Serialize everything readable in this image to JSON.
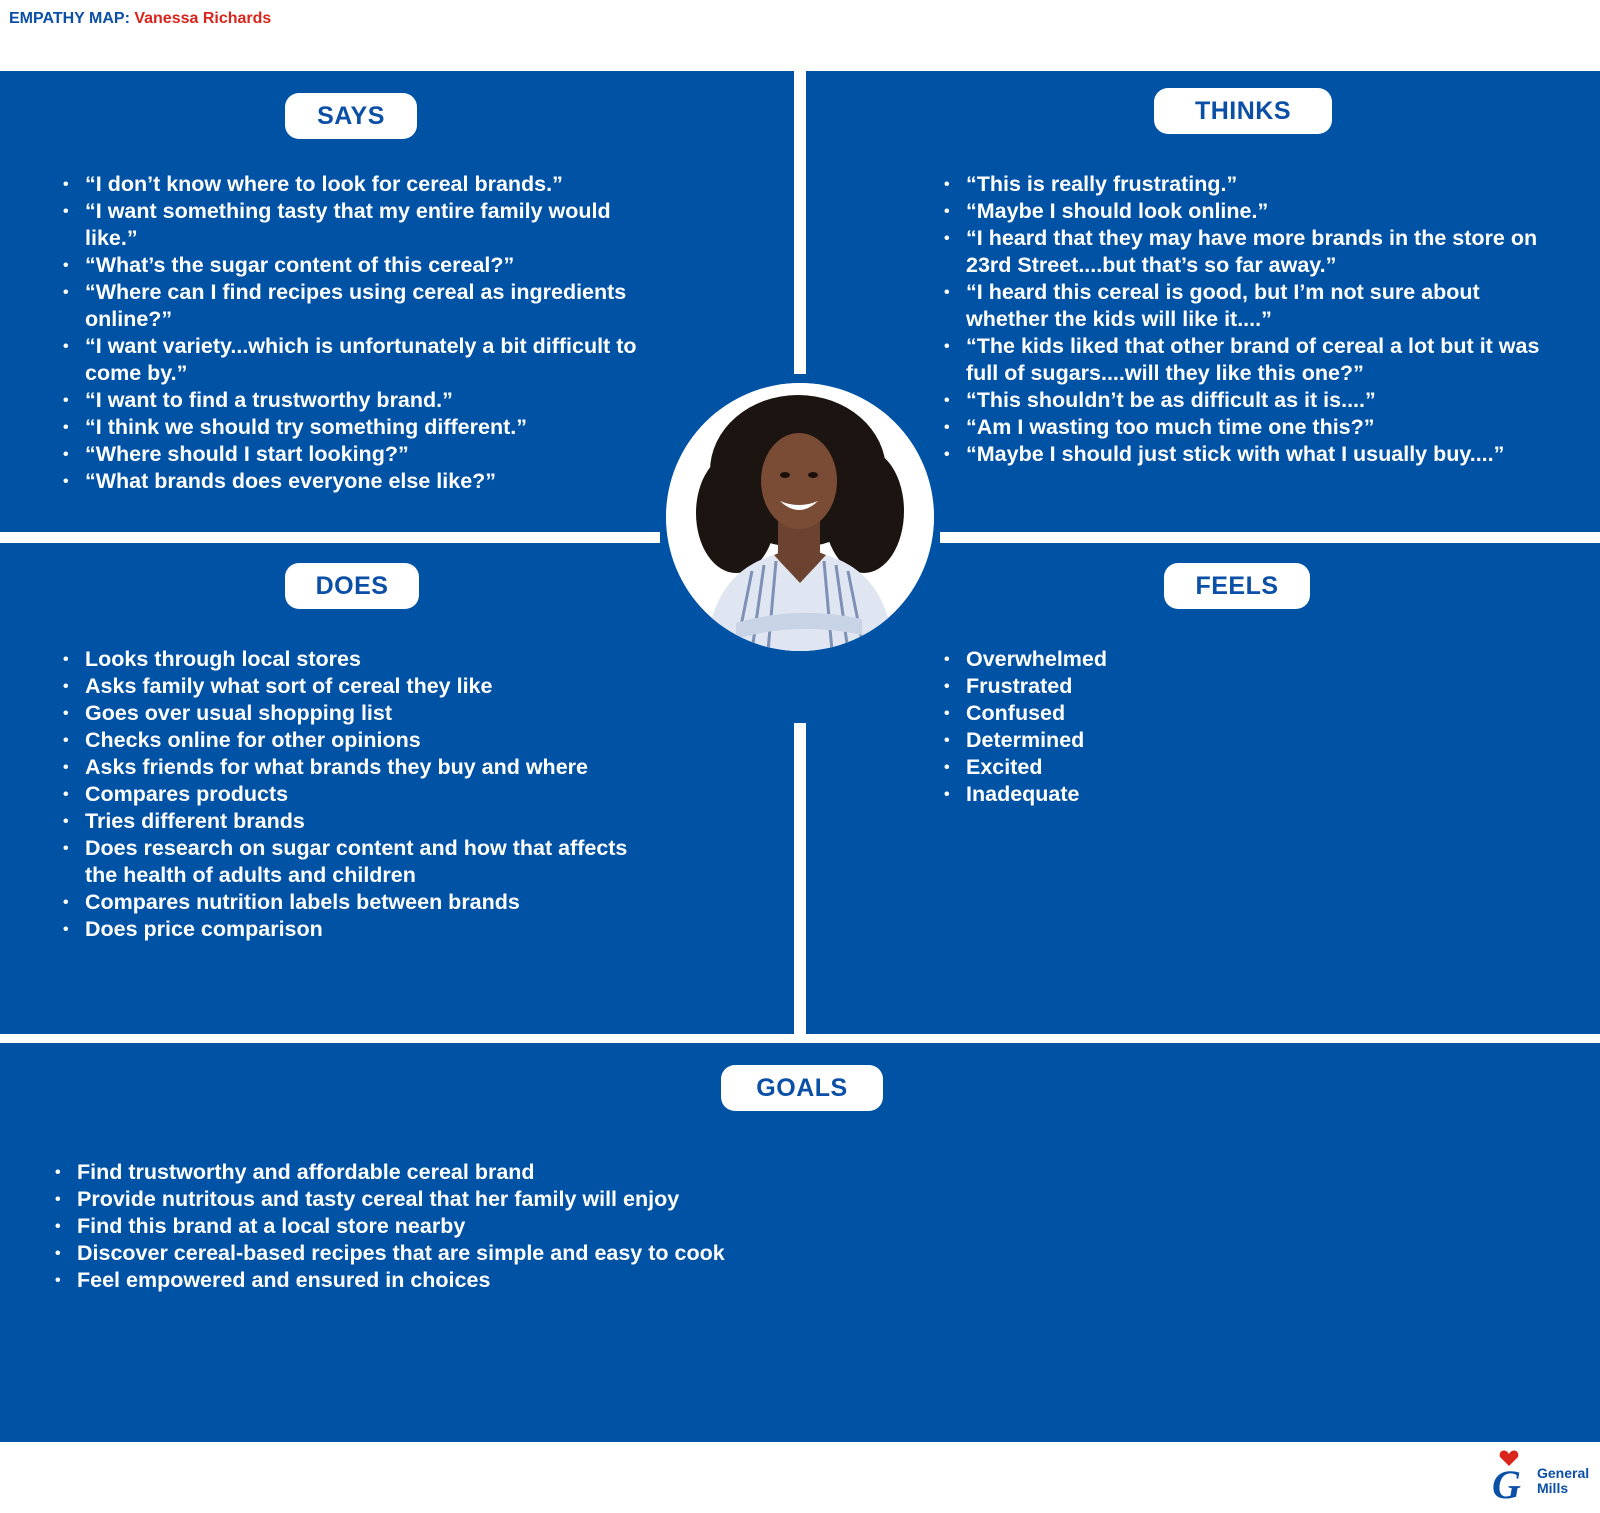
{
  "header": {
    "label": "EMPATHY MAP:",
    "name": "Vanessa Richards"
  },
  "says": {
    "title": "SAYS",
    "items": [
      "“I don’t know where to look for cereal brands.”",
      "“I want something tasty that my entire family would like.”",
      "“What’s the sugar content of this cereal?”",
      "“Where can I find recipes using cereal as ingredients online?”",
      "“I want variety...which is unfortunately a bit difficult to come by.”",
      "“I want to find a trustworthy brand.”",
      "“I think we should try something different.”",
      "“Where should I start looking?”",
      "“What brands does everyone else like?”"
    ]
  },
  "thinks": {
    "title": "THINKS",
    "items": [
      "“This is really frustrating.”",
      "“Maybe I should look online.”",
      "“I heard that they may have more brands in the store on 23rd Street....but that’s so far away.”",
      "“I heard this cereal is good, but I’m not sure about whether the kids will like it....”",
      "“The kids liked that other brand of cereal a lot but it was full of sugars....will they like this one?”",
      "“This shouldn’t be as difficult as it is....”",
      "“Am I wasting too much time one this?”",
      "“Maybe I should just stick with what I usually buy....”"
    ]
  },
  "does": {
    "title": "DOES",
    "items": [
      "Looks through local stores",
      "Asks family what sort of cereal they like",
      "Goes over usual shopping list",
      "Checks online for other opinions",
      "Asks friends for what brands they buy and where",
      "Compares products",
      "Tries different brands",
      "Does research on sugar content and how that affects the health of adults and children",
      "Compares nutrition labels between brands",
      "Does price comparison"
    ]
  },
  "feels": {
    "title": "FEELS",
    "items": [
      "Overwhelmed",
      "Frustrated",
      "Confused",
      "Determined",
      "Excited",
      "Inadequate"
    ]
  },
  "goals": {
    "title": "GOALS",
    "items": [
      "Find trustworthy and affordable cereal brand",
      "Provide nutritous and tasty cereal that her family will enjoy",
      "Find this brand at a local store nearby",
      "Discover cereal-based recipes that are simple and easy to cook",
      "Feel empowered and ensured in choices"
    ]
  },
  "logo": {
    "line1": "General",
    "line2": "Mills"
  },
  "colors": {
    "panel": "#0052a5",
    "accent_red": "#d9251c",
    "text_blue": "#0b4fa6"
  }
}
